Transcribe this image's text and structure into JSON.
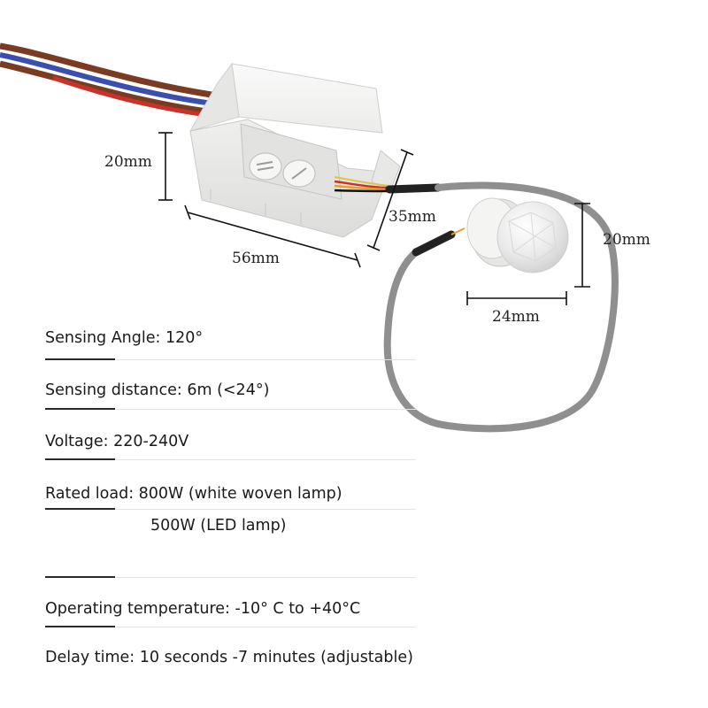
{
  "dimensions": {
    "box_height": "20mm",
    "box_length": "56mm",
    "box_depth": "35mm",
    "sensor_height": "20mm",
    "sensor_width": "24mm"
  },
  "specs": {
    "sensing_angle": "Sensing Angle: 120°",
    "sensing_distance": "Sensing distance: 6m (<24°)",
    "voltage": "Voltage: 220-240V",
    "rated_load_1": "Rated load: 800W (white woven lamp)",
    "rated_load_2": "500W (LED lamp)",
    "operating_temperature": "Operating temperature: -10° C to +40°C",
    "delay_time": "Delay time: 10 seconds -7 minutes (adjustable)"
  },
  "colors": {
    "housing": "#f2f2f0",
    "cable": "#8f8f8f",
    "wire_brown": "#7a3b22",
    "wire_blue": "#3b4fb0",
    "wire_red": "#c8322a",
    "dimension_lines": "#111111"
  }
}
